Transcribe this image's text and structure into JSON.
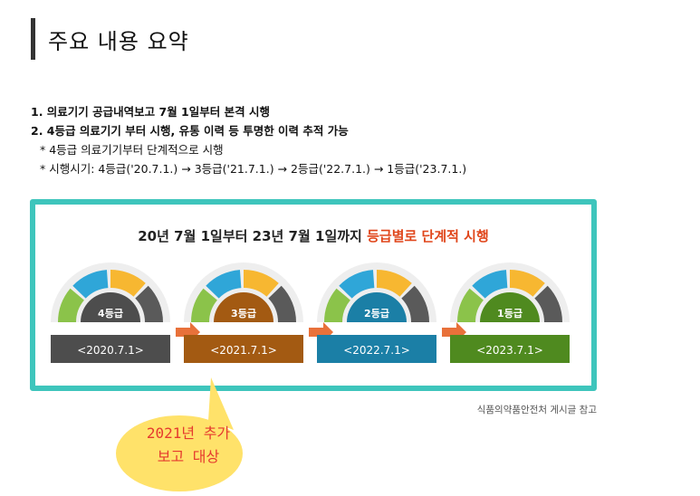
{
  "heading": "주요 내용 요약",
  "points": [
    "1. 의료기기 공급내역보고 7월 1일부터 본격 시행",
    "2. 4등급 의료기기 부터 시행, 유통 이력 등 투명한 이력 추적 가능"
  ],
  "notes": [
    "* 4등급 의료기기부터 단계적으로 시행",
    "* 시행시기: 4등급('20.7.1.) → 3등급('21.7.1.) → 2등급('22.7.1.) → 1등급('23.7.1.)"
  ],
  "banner": {
    "title_main": "20년 7월 1일부터 23년  7월 1일까지 ",
    "title_highlight": "등급별로 단계적 시행",
    "highlight_color": "#e0461b",
    "gauges": [
      {
        "grade": "4등급",
        "date": "<2020.7.1>",
        "color": "#4d4d4d"
      },
      {
        "grade": "3등급",
        "date": "<2021.7.1>",
        "color": "#a35a12"
      },
      {
        "grade": "2등급",
        "date": "<2022.7.1>",
        "color": "#1b7fa6"
      },
      {
        "grade": "1등급",
        "date": "<2023.7.1>",
        "color": "#4f8a1f"
      }
    ]
  },
  "source_note": "식품의약품안전처 게시글 참고",
  "callout": {
    "line1": "2021년 추가",
    "line2": "보고 대상",
    "color": "#e53a2e"
  }
}
